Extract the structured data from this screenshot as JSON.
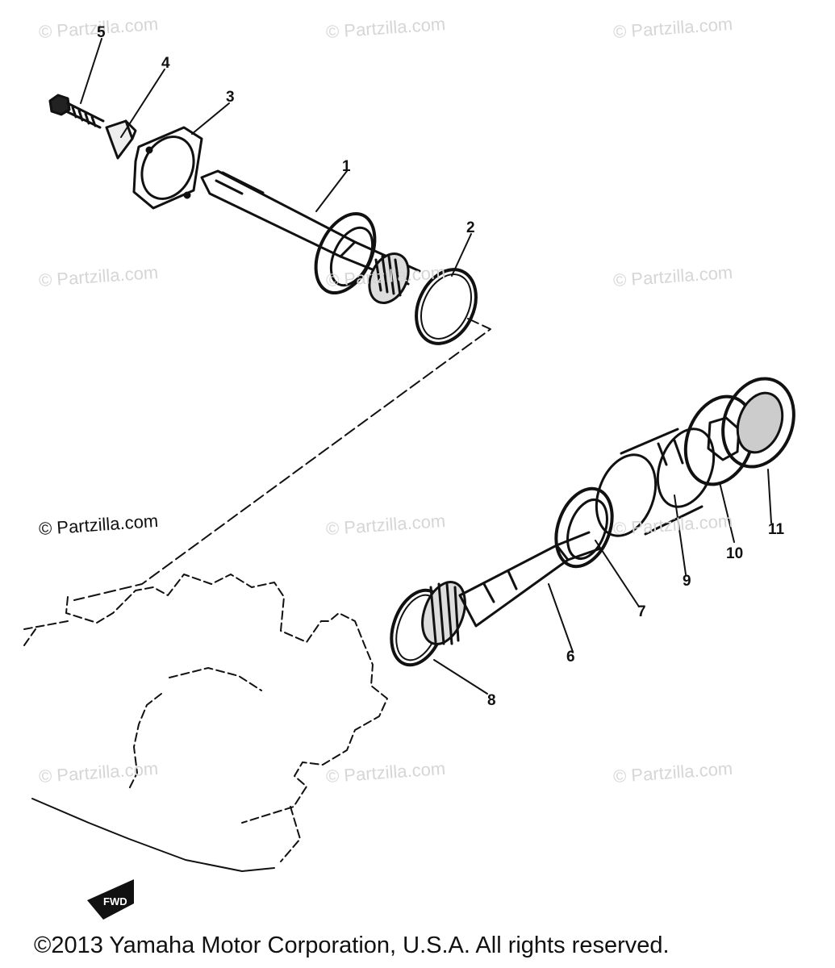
{
  "watermarks": [
    {
      "text": "© Partzilla.com"
    },
    {
      "text": "© Partzilla.com"
    },
    {
      "text": "© Partzilla.com"
    },
    {
      "text": "© Partzilla.com"
    },
    {
      "text": "© Partzilla.com"
    },
    {
      "text": "© Partzilla.com"
    },
    {
      "text": "© Partzilla.com"
    },
    {
      "text": "© Partzilla.com"
    },
    {
      "text": "© Partzilla.com"
    },
    {
      "text": "© Partzilla.com"
    },
    {
      "text": "© Partzilla.com"
    },
    {
      "text": "© Partzilla.com"
    }
  ],
  "callouts": [
    "1",
    "2",
    "3",
    "4",
    "5",
    "6",
    "7",
    "8",
    "9",
    "10",
    "11"
  ],
  "fwd_label": "FWD",
  "copyright": "©2013  Yamaha Motor Corporation, U.S.A. All rights reserved."
}
